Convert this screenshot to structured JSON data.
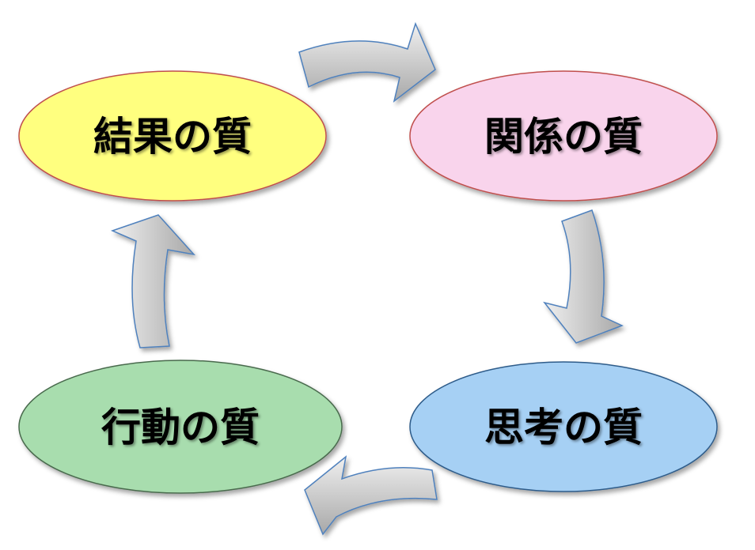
{
  "nodes": [
    {
      "id": "result",
      "label": "結果の質",
      "fill": "#FFFF7F",
      "stroke": "#C0504D"
    },
    {
      "id": "relation",
      "label": "関係の質",
      "fill": "#F9D4EC",
      "stroke": "#C0504D"
    },
    {
      "id": "thinking",
      "label": "思考の質",
      "fill": "#A6D0F4",
      "stroke": "#2E5C8A"
    },
    {
      "id": "action",
      "label": "行動の質",
      "fill": "#A8DDAE",
      "stroke": "#4A6B4E"
    }
  ],
  "arrow_color": "#C8C8C8",
  "arrow_stroke": "#4F81BD"
}
